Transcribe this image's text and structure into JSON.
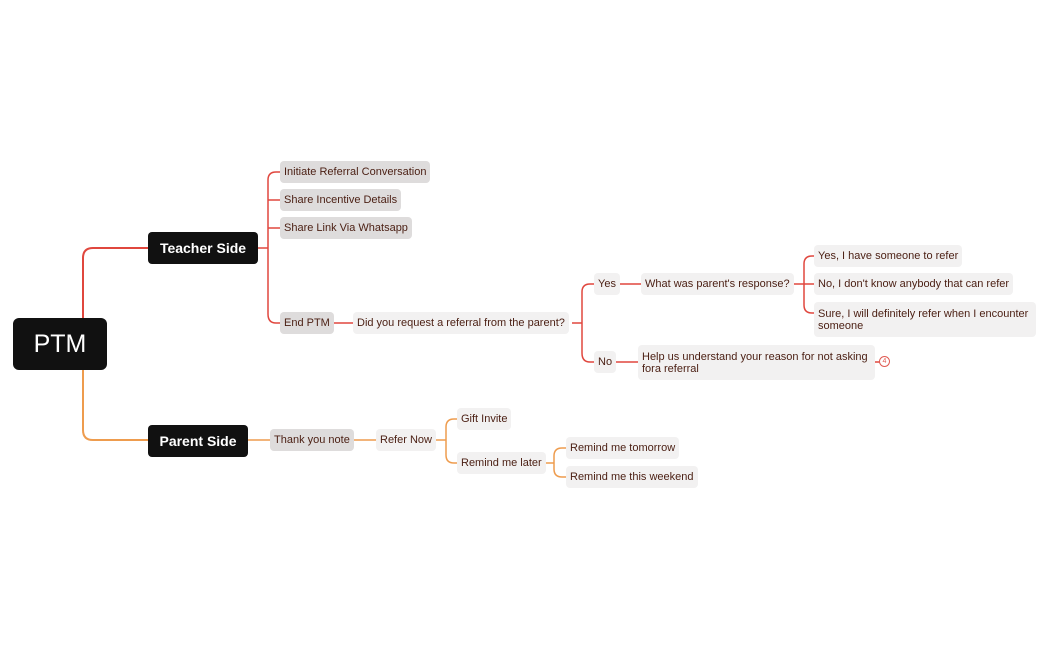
{
  "colors": {
    "teacher_branch": "#e0473e",
    "parent_branch": "#ee9c4e",
    "node_dark": "#111111",
    "leaf_text": "#4a1e12"
  },
  "root": {
    "label": "PTM"
  },
  "teacher": {
    "label": "Teacher Side",
    "initiate": "Initiate Referral Conversation",
    "incentive": "Share Incentive Details",
    "share_link": "Share Link Via Whatsapp",
    "end_ptm": "End PTM",
    "question": "Did you request a referral from the parent?",
    "yes": "Yes",
    "no": "No",
    "response_q": "What was parent's response?",
    "resp_1": "Yes, I have someone to refer",
    "resp_2": "No, I don't know anybody that can refer",
    "resp_3": "Sure, I will definitely refer when I encounter someone",
    "reason": "Help us understand your reason for not asking fora referral",
    "collapsed_count": "4"
  },
  "parent": {
    "label": "Parent Side",
    "thank_you": "Thank you note",
    "refer_now": "Refer Now",
    "gift_invite": "Gift Invite",
    "remind_later": "Remind me later",
    "remind_tomorrow": "Remind me tomorrow",
    "remind_weekend": "Remind me this weekend"
  }
}
